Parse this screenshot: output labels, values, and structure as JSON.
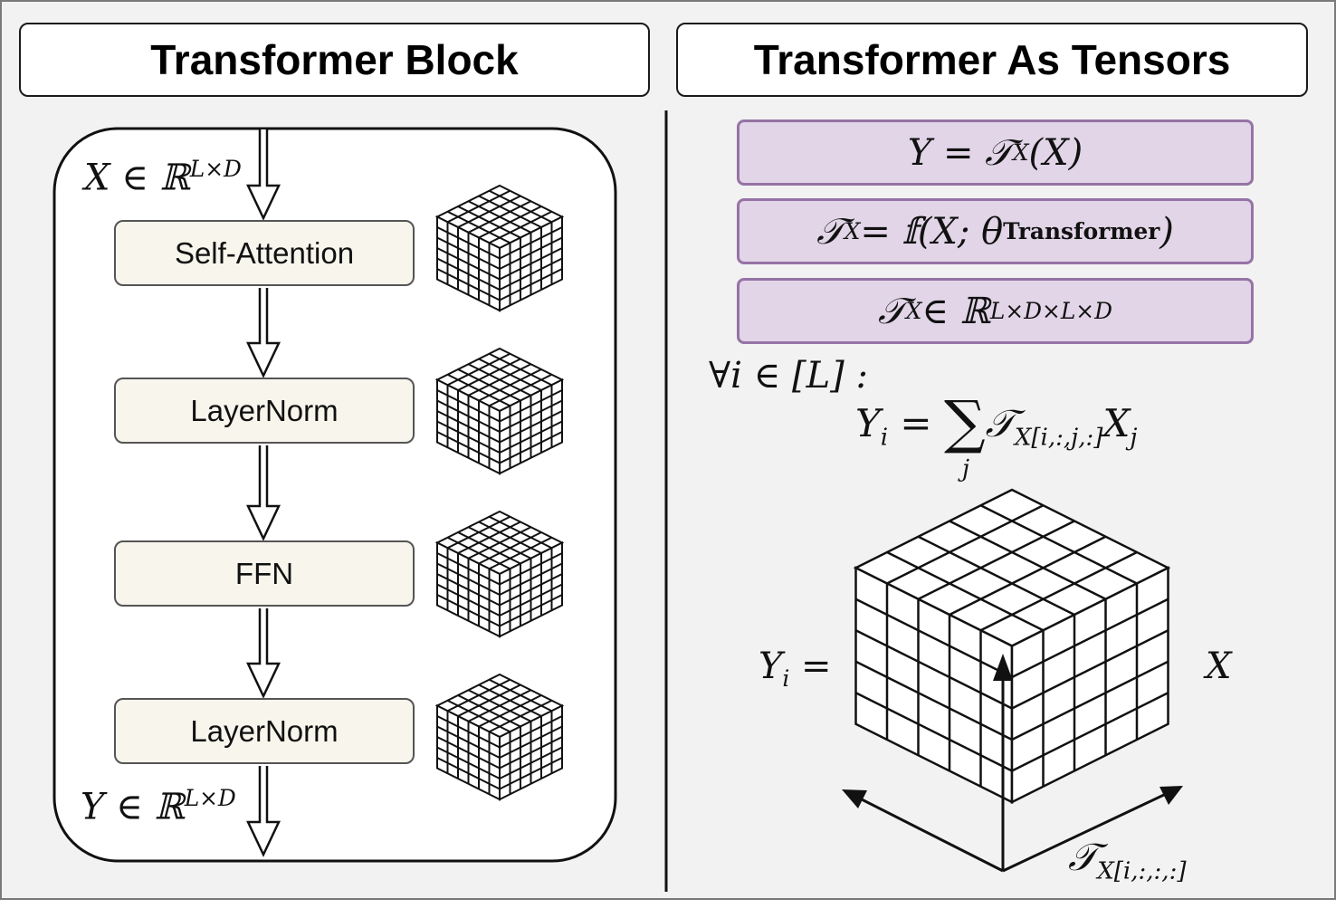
{
  "left_panel": {
    "title": "Transformer Block",
    "input_label": "X ∈ ℝ",
    "input_sup": "L×D",
    "output_label": "Y ∈ ℝ",
    "output_sup": "L×D",
    "blocks": [
      "Self-Attention",
      "LayerNorm",
      "FFN",
      "LayerNorm"
    ]
  },
  "right_panel": {
    "title": "Transformer As Tensors",
    "eq1": "Y = 𝒯",
    "eq1_sub": "X",
    "eq1_tail": "(X)",
    "eq2_a": "𝒯",
    "eq2_sub": "X",
    "eq2_b": " = 𝕗(X; θ",
    "eq2_sub2": "Transformer",
    "eq2_c": ")",
    "eq3_a": "𝒯",
    "eq3_sub": "X",
    "eq3_b": " ∈ ℝ",
    "eq3_sup": "L×D×L×D",
    "forall": "∀i ∈ [L] :",
    "sum_lhs": "Y",
    "sum_lhs_sub": "i",
    "sum_eq": " = ",
    "sum_sigma": "∑",
    "sum_index": "j",
    "sum_T": "𝒯",
    "sum_T_sub": "X[i,:,j,:]",
    "sum_X": "X",
    "sum_X_sub": "j",
    "cube_lhs": "Y",
    "cube_lhs_sub": "i",
    "cube_eq": " =",
    "cube_x": "X",
    "cube_T": "𝒯",
    "cube_T_sub": "X[i,:,:,:]"
  },
  "colors": {
    "equation_fill": "#e1d5e7",
    "equation_border": "#9673a6",
    "block_fill": "#f7f5ec",
    "background": "#f2f2f2"
  }
}
